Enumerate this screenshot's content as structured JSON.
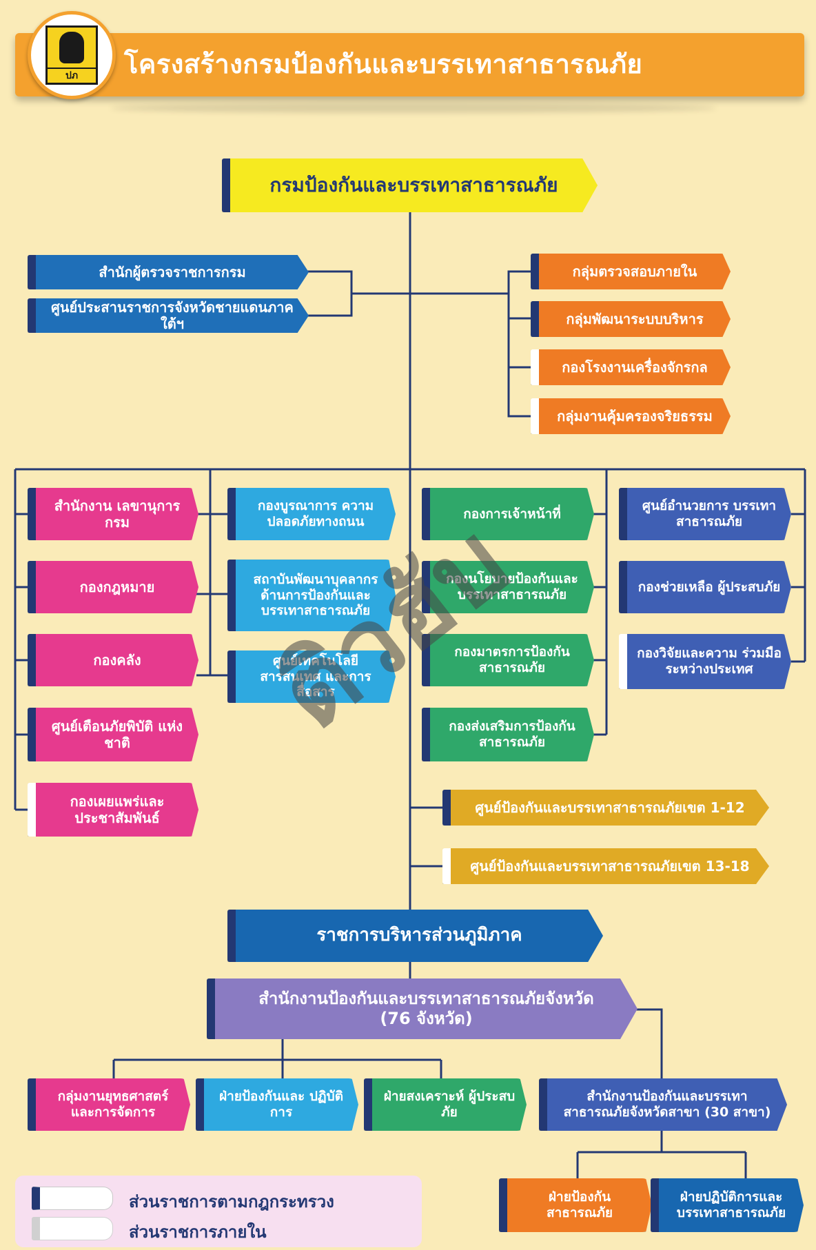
{
  "header": {
    "title": "โครงสร้างกรมป้องกันและบรรเทาสาธารณภัย",
    "logo_text": "ปภ"
  },
  "root": {
    "label": "กรมป้องกันและบรรเทาสาธารณภัย"
  },
  "top_left": [
    "สำนักผู้ตรวจราชการกรม",
    "ศูนย์ประสานราชการจังหวัดชายแดนภาคใต้ฯ"
  ],
  "top_right": [
    "กลุ่มตรวจสอบภายใน",
    "กลุ่มพัฒนาระบบบริหาร",
    "กองโรงงานเครื่องจักรกล",
    "กลุ่มงานคุ้มครองจริยธรรม"
  ],
  "col_pink": [
    "สำนักงาน เลขานุการกรม",
    "กองกฎหมาย",
    "กองคลัง",
    "ศูนย์เตือนภัยพิบัติ แห่งชาติ",
    "กองเผยแพร่และ ประชาสัมพันธ์"
  ],
  "col_cyan": [
    "กองบูรณาการ ความปลอดภัยทางถนน",
    "สถาบันพัฒนาบุคลากร ด้านการป้องกันและ บรรเทาสาธารณภัย",
    "ศูนย์เทคโนโลยีสารสนเทศ และการสื่อสาร"
  ],
  "col_green": [
    "กองการเจ้าหน้าที่",
    "กองนโยบายป้องกันและ บรรเทาสาธารณภัย",
    "กองมาตรการป้องกัน สาธารณภัย",
    "กองส่งเสริมการป้องกัน สาธารณภัย"
  ],
  "col_royal": [
    "ศูนย์อำนวยการ บรรเทาสาธารณภัย",
    "กองช่วยเหลือ ผู้ประสบภัย",
    "กองวิจัยและความ ร่วมมือระหว่างประเทศ"
  ],
  "zones": [
    "ศูนย์ป้องกันและบรรเทาสาธารณภัยเขต 1-12",
    "ศูนย์ป้องกันและบรรเทาสาธารณภัยเขต 13-18"
  ],
  "regional": {
    "label": "ราชการบริหารส่วนภูมิภาค"
  },
  "provincial": {
    "line1": "สำนักงานป้องกันและบรรเทาสาธารณภัยจังหวัด",
    "line2": "(76 จังหวัด)"
  },
  "provincial_units": [
    "กลุ่มงานยุทธศาสตร์ และการจัดการ",
    "ฝ่ายป้องกันและ ปฏิบัติการ",
    "ฝ่ายสงเคราะห์ ผู้ประสบภัย",
    "สำนักงานป้องกันและบรรเทา สาธารณภัยจังหวัดสาขา (30 สาขา)"
  ],
  "branch_units": [
    "ฝ่ายป้องกัน สาธารณภัย",
    "ฝ่ายปฏิบัติการและ บรรเทาสาธารณภัย"
  ],
  "legend": [
    "ส่วนราชการตามกฎกระทรวง",
    "ส่วนราชการภายใน"
  ],
  "watermark": "ติวฮับ",
  "colors": {
    "background": "#faebb8",
    "header": "#f4a12e",
    "connector": "#233873",
    "root": "#f6ea20",
    "blue": "#1f6fb8",
    "orange": "#ef7b24",
    "pink": "#e63a8e",
    "cyan": "#2ea9e0",
    "green": "#2fa86a",
    "royal": "#3f5fb4",
    "gold": "#e0aa25",
    "purple": "#8a7bc2"
  }
}
